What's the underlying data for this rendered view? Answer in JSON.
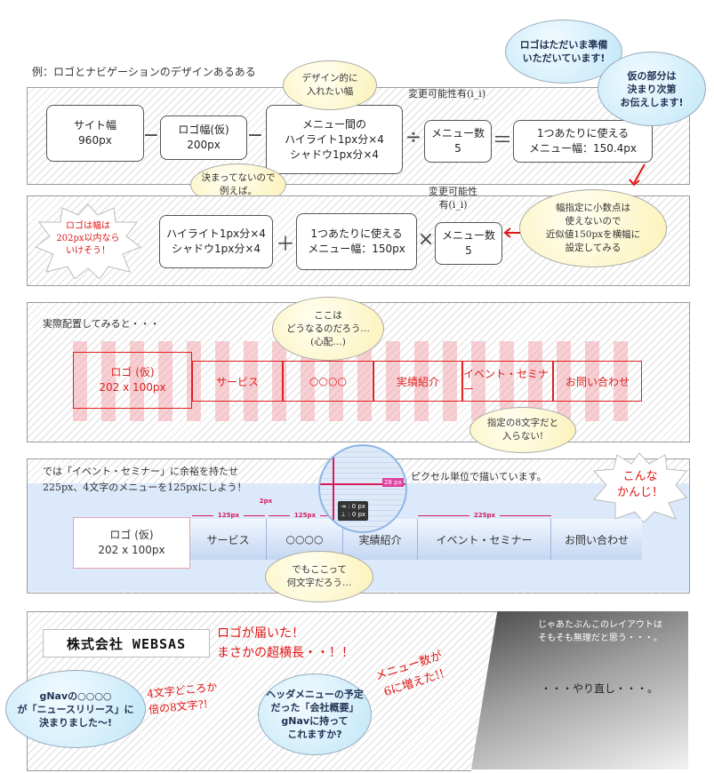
{
  "page_title": "例：ロゴとナビゲーションのデザインあるある",
  "panel1": {
    "site_width": "サイト幅\n960px",
    "logo_width": "ロゴ幅(仮)\n200px",
    "highlight_shadow": "メニュー間の\nハイライト1px分×4\nシャドウ1px分×4",
    "menu_count": "メニュー数\n5",
    "per_menu": "1つあたりに使える\nメニュー幅：150.4px",
    "op_minus": "−",
    "op_div": "÷",
    "op_eq": "＝",
    "bubble_design": "デザイン的に\n入れたい幅",
    "bubble_undecided": "決まってないので\n例えば。",
    "note_variable": "変更可能性有(i_i)"
  },
  "panel2": {
    "highlight_shadow": "ハイライト1px分×4\nシャドウ1px分×4",
    "per_menu": "1つあたりに使える\nメニュー幅：150px",
    "menu_count": "メニュー数\n5",
    "op_plus": "＋",
    "op_times": "×",
    "note_variable": "変更可能性\n有(i_i)",
    "burst_logo": "ロゴは幅は\n202px以内なら\nいけそう！",
    "bubble_decimal": "幅指定に小数点は\n使えないので\n近似値150pxを横幅に\n設定してみる"
  },
  "bubble_top_logo": "ロゴはただいま準備\nいただいています!",
  "bubble_top_temp": "仮の部分は\n決まり次第\nお伝えします!",
  "panel3": {
    "note": "実際配置してみると・・・",
    "bubble_wonder": "ここは\nどうなるのだろう…\n(心配…)",
    "logo": "ロゴ (仮)\n202 x 100px",
    "menus": [
      "サービス",
      "○○○○",
      "実績紹介",
      "イベント・セミナー",
      "お問い合わせ"
    ],
    "bubble_8chars": "指定の8文字だと\n入らない!"
  },
  "panel4": {
    "note": "では「イベント・セミナー」に余裕を持たせ\n225px、4文字のメニューを125pxにしよう！",
    "pixel_note": "ピクセル単位で描いています。",
    "burst_like_this": "こんな\nかんじ！",
    "logo": "ロゴ (仮)\n202 x 100px",
    "menus": [
      "サービス",
      "○○○○",
      "実績紹介",
      "イベント・セミナー",
      "お問い合わせ"
    ],
    "dim_125a": "125px",
    "dim_2": "2px",
    "dim_125b": "125px",
    "dim_225": "225px",
    "zoom_tag": "28 px",
    "zoom_info": "⇥ : 0 px\n⊥ : 0 px",
    "bubble_how_many": "でもここって\n何文字だろう…"
  },
  "panel5": {
    "company_logo": "株式会社 WEBSAS",
    "note_logo_arrived": "ロゴが届いた！\nまさかの超横長・・！！",
    "note_8chars": "4文字どころか\n倍の8文字?!",
    "note_menu6": "メニュー数が\n6に増えた!!",
    "bubble_gnav": "gNavの○○○○\nが「ニュースリリース」に\n決まりました〜!",
    "bubble_header": "ヘッダメニューの予定\nだった「会社概要」\ngNavに持って\nこれますか?",
    "dark_note": "じゃあたぶんこのレイアウトは\nそもそも無理だと思う・・・。",
    "redo": "・・・やり直し・・・。"
  }
}
